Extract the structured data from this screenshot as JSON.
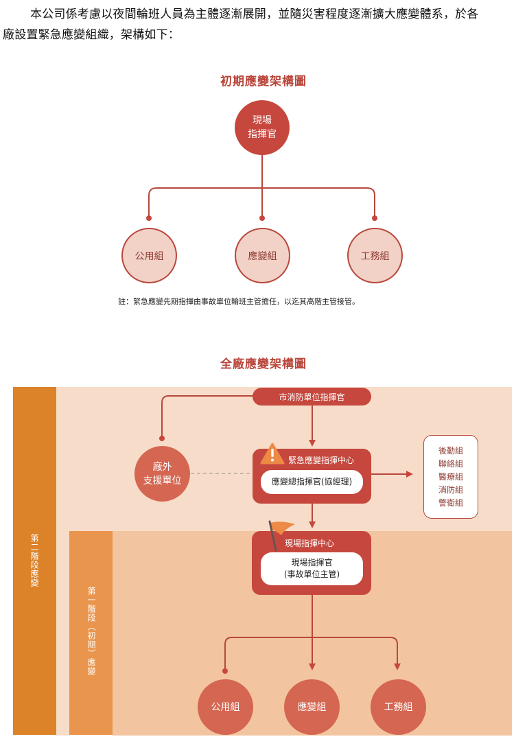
{
  "intro": {
    "line1": "本公司係考慮以夜間輪班人員為主體逐漸展開，並隨災害程度逐漸擴大應變體系，於各",
    "line2": "廠設置緊急應變組織，架構如下："
  },
  "initial_chart": {
    "title": "初期應變架構圖",
    "commander": [
      "現場",
      "指揮官"
    ],
    "groups": [
      "公用組",
      "應變組",
      "工務組"
    ],
    "note": "註：緊急應變先期指揮由事故單位輪班主管擔任，以迄其高階主管接管。"
  },
  "plant_chart": {
    "title": "全廠應變架構圖",
    "stage2_label": "第二階段應變",
    "stage1_label": "第一階段（初期）應變",
    "fire_commander": "市消防單位指揮官",
    "external_support": [
      "廠外",
      "支援單位"
    ],
    "emergency_center": {
      "title": "緊急應變指揮中心",
      "icon": "warning-icon",
      "commander": "應變總指揮官(協經理)"
    },
    "support_groups": [
      "後勤組",
      "聯絡組",
      "醫療組",
      "消防組",
      "警衛組"
    ],
    "site_center": {
      "title": "現場指揮中心",
      "icon": "flag-icon",
      "commander_line1": "現場指揮官",
      "commander_line2": "(事故單位主管)"
    },
    "groups": [
      "公用組",
      "應變組",
      "工務組"
    ]
  },
  "colors": {
    "accent_red": "#c6473d",
    "title_red": "#b9463b",
    "stage2_orange": "#dc8229",
    "stage1_orange": "#ea954d",
    "band_light": "#f7ddc9",
    "band_mid": "#f2c5a0",
    "coral": "#d56651"
  }
}
